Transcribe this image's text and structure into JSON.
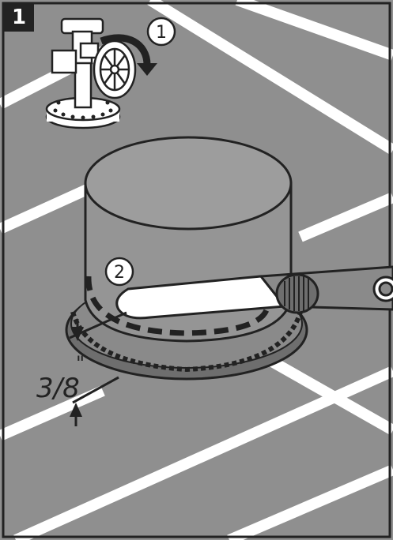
{
  "step": {
    "number": "1"
  },
  "callouts": [
    {
      "id": "close-valve",
      "label": "1"
    },
    {
      "id": "cut-line",
      "label": "2"
    }
  ],
  "measurement": {
    "label": "3/8",
    "unit_mark": "\""
  },
  "colors": {
    "floor": "#8f8f8f",
    "grout": "#ffffff",
    "cylinder_body": "#959595",
    "cylinder_top": "#9d9d9d",
    "outline": "#222222",
    "base_ring": "#6e6e6e",
    "knife_handle": "#8a8a8a"
  },
  "icons": [
    "valve-icon",
    "rotation-arrow-icon",
    "utility-knife-icon"
  ]
}
